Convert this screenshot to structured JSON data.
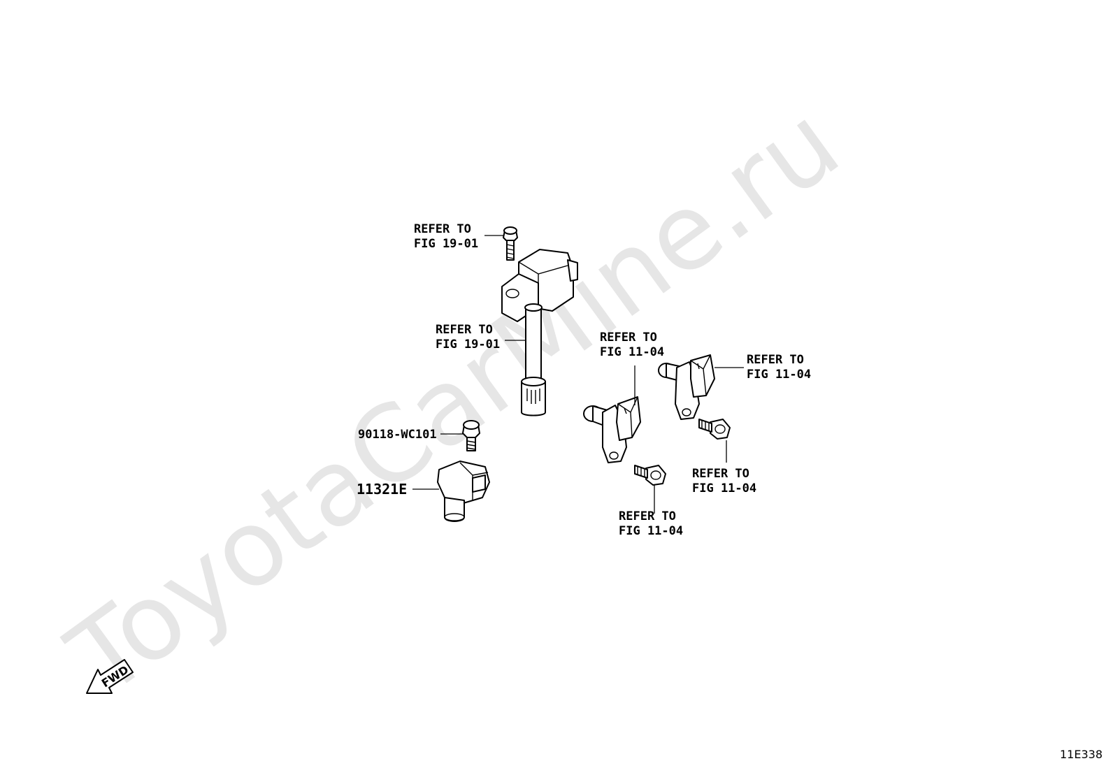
{
  "watermark": "ToyotaCarMine.ru",
  "diagram_code": "11E338",
  "fwd_label": "FWD",
  "labels": {
    "coil_bolt": [
      "REFER TO",
      "FIG 19-01"
    ],
    "ignition_coil": [
      "REFER TO",
      "FIG 19-01"
    ],
    "cam_sensor_left": [
      "REFER TO",
      "FIG 11-04"
    ],
    "cam_sensor_right": [
      "REFER TO",
      "FIG 11-04"
    ],
    "bolt_right": [
      "REFER TO",
      "FIG 11-04"
    ],
    "bolt_center": [
      "REFER TO",
      "FIG 11-04"
    ]
  },
  "part_numbers": {
    "bolt": "90118-WC101",
    "crank_sensor": "11321E"
  }
}
